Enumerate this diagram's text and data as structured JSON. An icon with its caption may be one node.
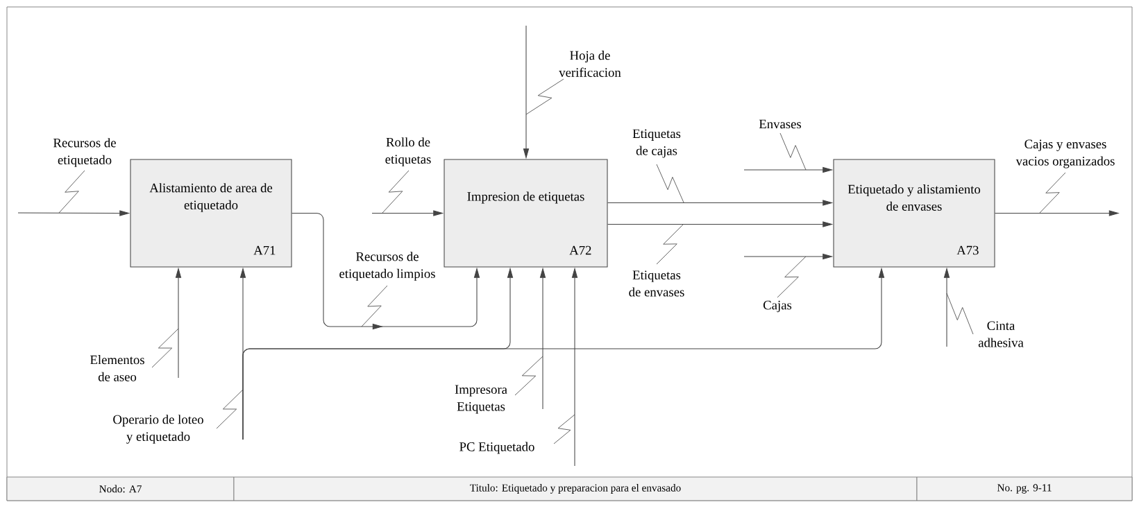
{
  "diagram": {
    "nodes": [
      {
        "text": [
          "Alistamiento de area de etiquetado",
          "A71"
        ]
      },
      {
        "text": [
          "Impresion de etiquetas",
          "A72"
        ]
      },
      {
        "text": [
          "Etiquetado y alistamiento de envases",
          "A73"
        ]
      }
    ],
    "edges": [
      {
        "from": null,
        "to": 0,
        "arrow": "to",
        "label": "Recursos de etiquetado"
      },
      {
        "from": null,
        "to": 0,
        "arrow": "to",
        "label": "Elementos de aseo"
      },
      {
        "from": null,
        "to": 0,
        "arrow": "to",
        "label": "Operario de loteo y etiquetado"
      },
      {
        "from": null,
        "to": 1,
        "arrow": "to"
      },
      {
        "from": null,
        "to": 2,
        "arrow": "to"
      },
      {
        "from": 0,
        "to": 1,
        "arrow": "to",
        "label": "Recursos de etiquetado limpios"
      },
      {
        "from": null,
        "to": 1,
        "arrow": "to",
        "label": "Rollo de etiquetas"
      },
      {
        "from": null,
        "to": 1,
        "arrow": "to",
        "label": "Hoja de verificacion"
      },
      {
        "from": null,
        "to": 1,
        "arrow": "to",
        "label": "Impresora Etiquetas"
      },
      {
        "from": null,
        "to": 1,
        "arrow": "to",
        "label": "PC Etiquetado"
      },
      {
        "from": 1,
        "to": 2,
        "arrow": "to",
        "label": "Etiquetas de cajas"
      },
      {
        "from": 1,
        "to": 2,
        "arrow": "to",
        "label": "Etiquetas de envases"
      },
      {
        "from": null,
        "to": 2,
        "arrow": "to",
        "label": "Envases"
      },
      {
        "from": null,
        "to": 2,
        "arrow": "to",
        "label": "Cajas"
      },
      {
        "from": null,
        "to": 2,
        "arrow": "to",
        "label": "Cinta adhesiva"
      },
      {
        "from": 2,
        "to": null,
        "arrow": "to",
        "label": "Cajas y envases vacios organizados"
      }
    ],
    "labels": [
      "Nodo: A7",
      "Titulo: Etiquetado y preparacion para el envasado",
      "No. pg. 9-11"
    ]
  }
}
